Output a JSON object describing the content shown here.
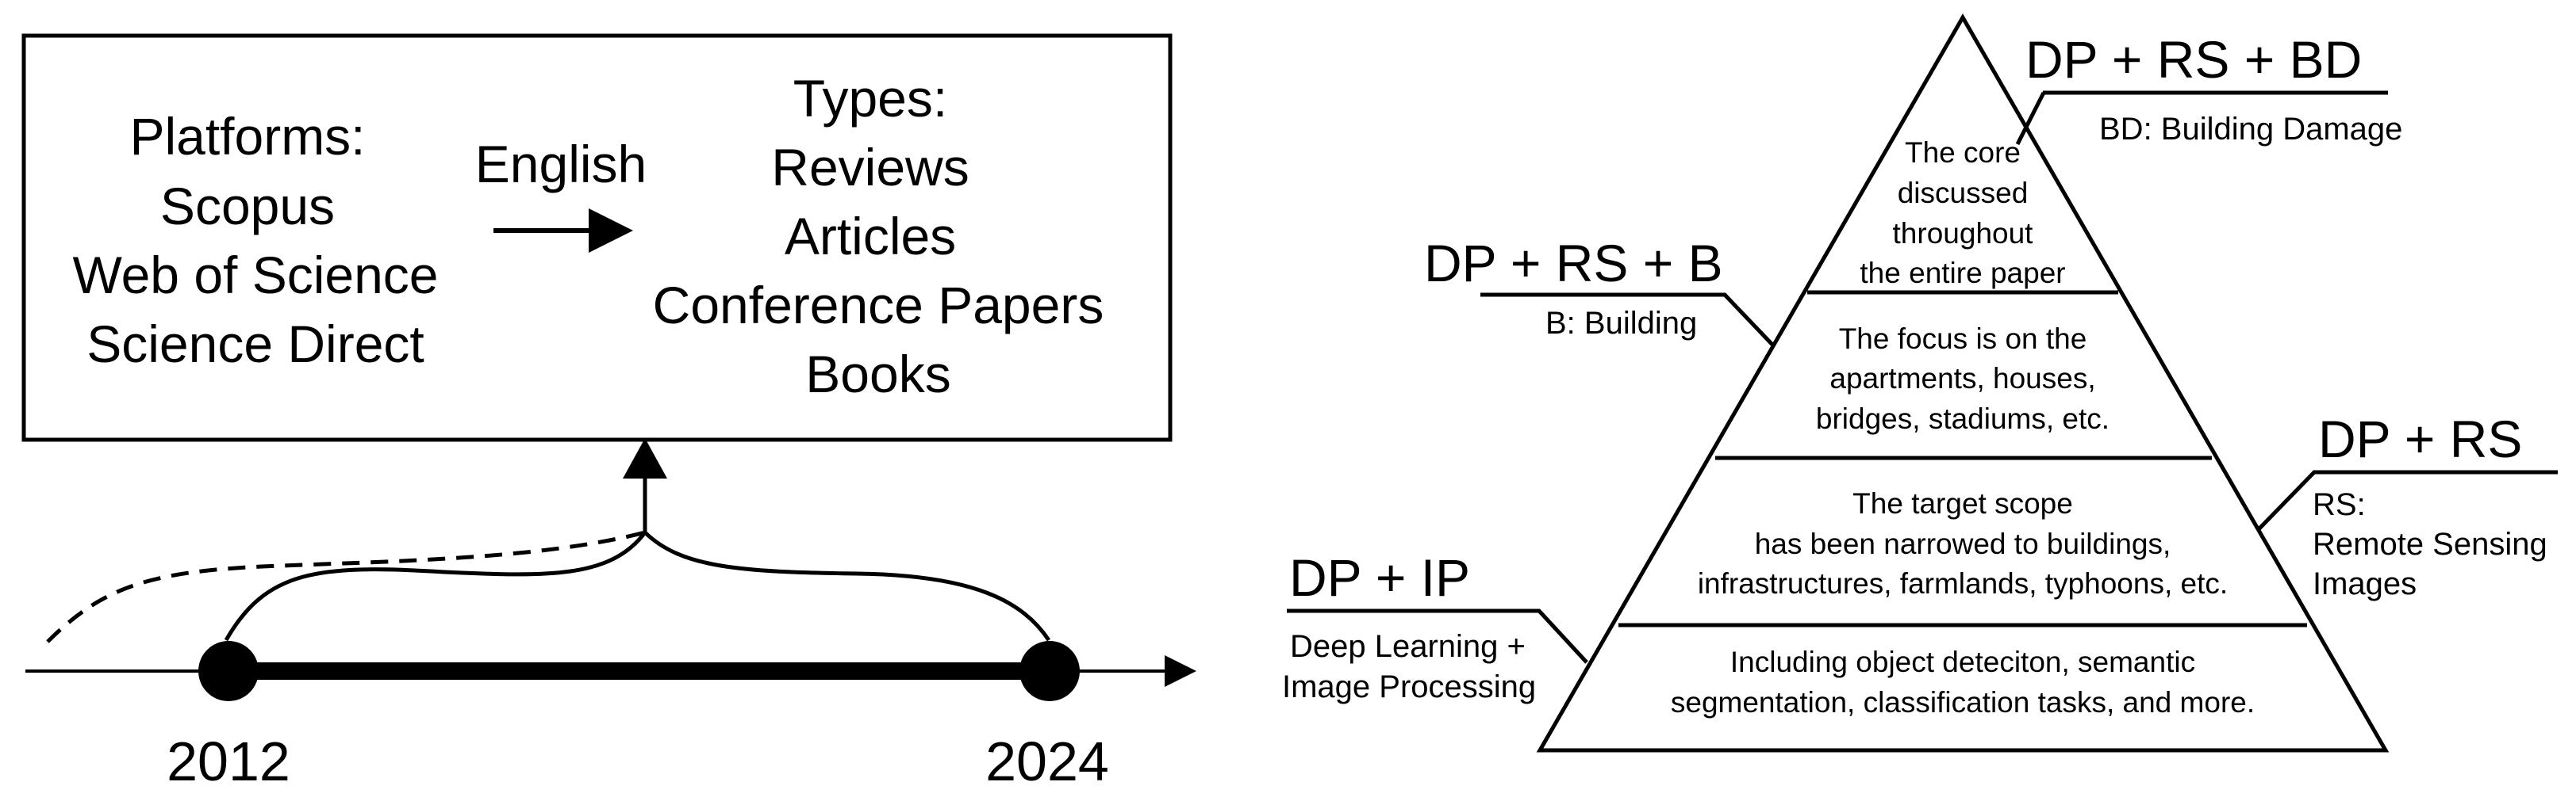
{
  "left_panel": {
    "platforms": {
      "heading": "Platforms:",
      "items": [
        "Scopus",
        "Web of Science",
        "Science Direct"
      ]
    },
    "language": "English",
    "types": {
      "heading": "Types:",
      "items": [
        "Reviews",
        "Articles",
        "Conference Papers",
        "Books"
      ]
    },
    "timeline": {
      "start_year": "2012",
      "end_year": "2024"
    }
  },
  "pyramid": {
    "levels": [
      {
        "lines": [
          "The core",
          "discussed",
          "throughout",
          "the entire paper"
        ],
        "tag": "DP + RS + BD",
        "note": [
          "BD: Building Damage"
        ]
      },
      {
        "lines": [
          "The focus is on the",
          "apartments, houses,",
          "bridges, stadiums, etc."
        ],
        "tag": "DP + RS + B",
        "note": [
          "B: Building"
        ]
      },
      {
        "lines": [
          "The target scope",
          "has been narrowed to buildings,",
          "infrastructures, farmlands, typhoons, etc."
        ],
        "tag": "DP + RS",
        "note": [
          "RS:",
          "Remote Sensing",
          "Images"
        ]
      },
      {
        "lines": [
          "Including object deteciton, semantic",
          "segmentation, classification tasks, and more."
        ],
        "tag": "DP + IP",
        "note": [
          "Deep Learning +",
          "Image Processing"
        ]
      }
    ]
  }
}
